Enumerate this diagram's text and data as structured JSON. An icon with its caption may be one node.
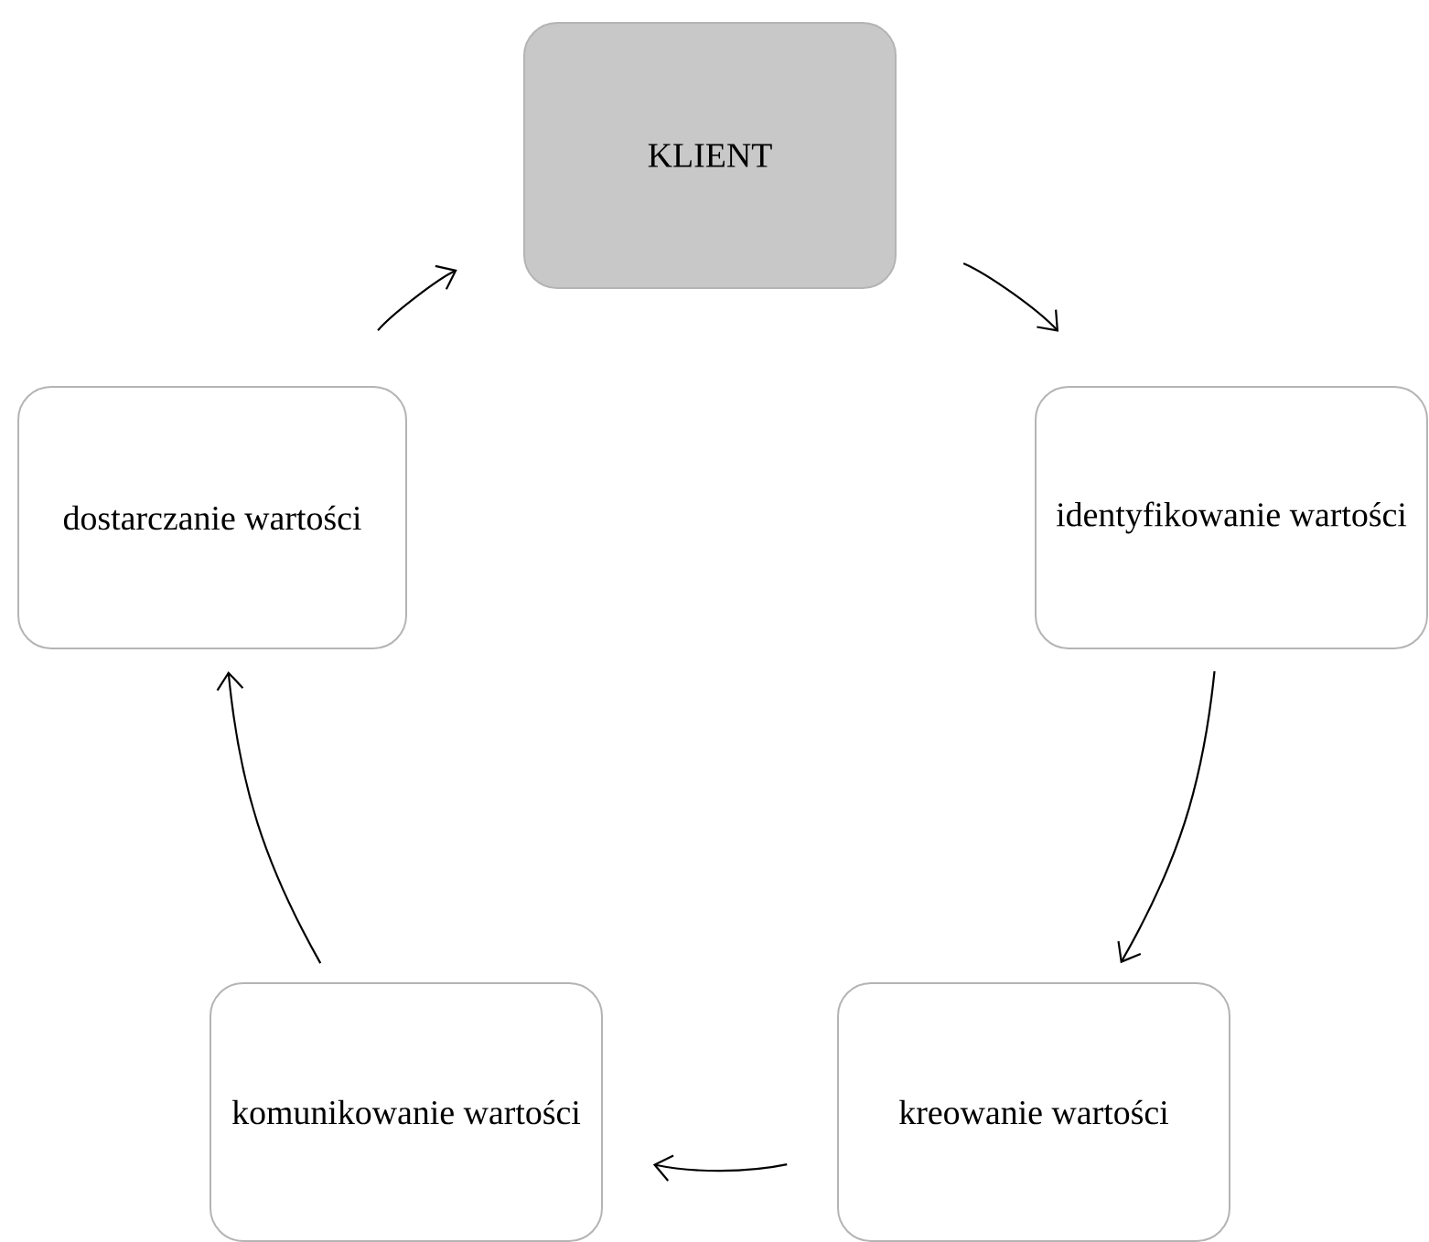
{
  "diagram": {
    "nodes": [
      {
        "text": [
          "KLIENT"
        ]
      },
      {
        "text": [
          "identyfikowanie wartości"
        ]
      },
      {
        "text": [
          "kreowanie wartości"
        ]
      },
      {
        "text": [
          "komunikowanie wartości"
        ]
      },
      {
        "text": [
          "dostarczanie wartości"
        ]
      }
    ],
    "edges": [
      {
        "from": 0,
        "to": 1,
        "arrow": "to"
      },
      {
        "from": 1,
        "to": 2,
        "arrow": "to"
      },
      {
        "from": 2,
        "to": 3,
        "arrow": "to"
      },
      {
        "from": 3,
        "to": 4,
        "arrow": "to"
      },
      {
        "from": 4,
        "to": 0,
        "arrow": "to"
      }
    ]
  }
}
